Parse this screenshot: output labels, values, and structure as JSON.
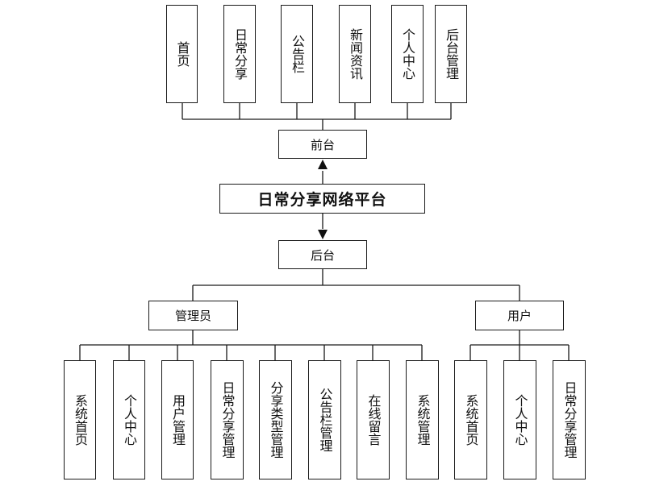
{
  "diagram": {
    "root": "日常分享网络平台",
    "frontend": {
      "label": "前台",
      "modules": [
        "首页",
        "日常分享",
        "公告栏",
        "新闻资讯",
        "个人中心",
        "后台管理"
      ]
    },
    "backend": {
      "label": "后台",
      "roles": [
        {
          "label": "管理员",
          "modules": [
            "系统首页",
            "个人中心",
            "用户管理",
            "日常分享管理",
            "分享类型管理",
            "公告栏管理",
            "在线留言",
            "系统管理"
          ]
        },
        {
          "label": "用户",
          "modules": [
            "系统首页",
            "个人中心",
            "日常分享管理"
          ]
        }
      ]
    }
  }
}
